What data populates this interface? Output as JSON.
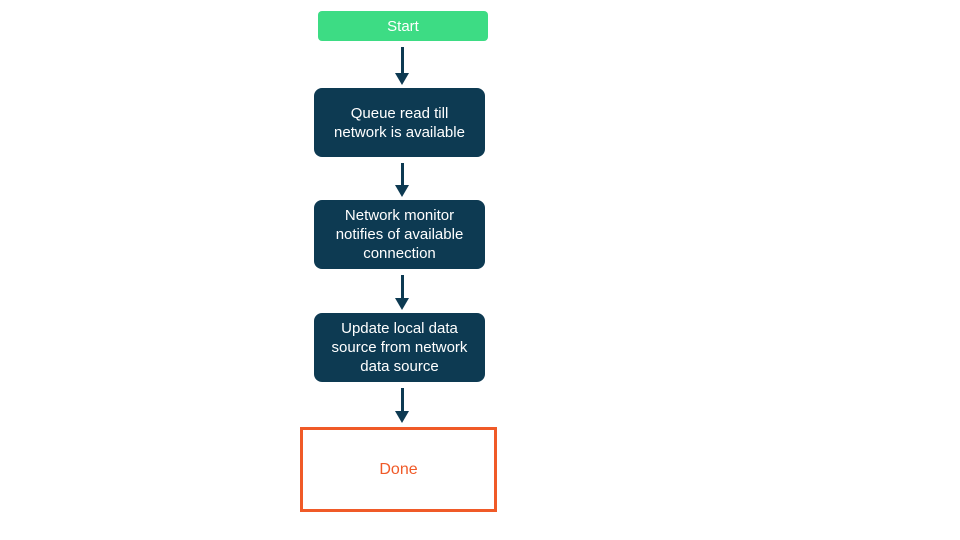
{
  "diagram": {
    "type": "flowchart",
    "direction": "top-down",
    "nodes": [
      {
        "id": "start",
        "type": "start",
        "label": "Start"
      },
      {
        "id": "queue",
        "type": "process",
        "label": "Queue read till\nnetwork is available"
      },
      {
        "id": "monitor",
        "type": "process",
        "label": "Network monitor\nnotifies of available\nconnection"
      },
      {
        "id": "update",
        "type": "process",
        "label": "Update local data\nsource from network\ndata source"
      },
      {
        "id": "done",
        "type": "end",
        "label": "Done"
      }
    ],
    "edges": [
      {
        "from": "start",
        "to": "queue"
      },
      {
        "from": "queue",
        "to": "monitor"
      },
      {
        "from": "monitor",
        "to": "update"
      },
      {
        "from": "update",
        "to": "done"
      }
    ],
    "colors": {
      "start_fill": "#3ddc84",
      "process_fill": "#0d3a52",
      "arrow": "#0d3a52",
      "end_border": "#f05a28",
      "end_text": "#f05a28",
      "text": "#ffffff",
      "background": "#ffffff"
    }
  }
}
